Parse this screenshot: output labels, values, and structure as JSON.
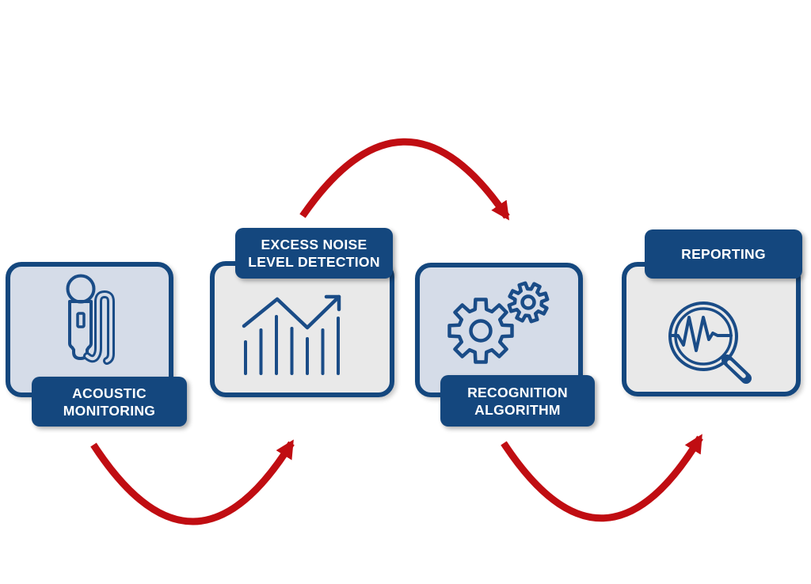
{
  "diagram": {
    "type": "process-flow",
    "background": "#FFFFFF",
    "steps": [
      {
        "id": "acoustic-monitoring",
        "label_lines": [
          "ACOUSTIC",
          "MONITORING"
        ],
        "icon": "microphone-icon",
        "label_position": "bottom",
        "panel_fill": "#D5DCE8"
      },
      {
        "id": "excess-noise-level-detection",
        "label_lines": [
          "EXCESS NOISE",
          "LEVEL DETECTION"
        ],
        "icon": "bar-chart-trend-icon",
        "label_position": "top",
        "panel_fill": "#E9E9E9"
      },
      {
        "id": "recognition-algorithm",
        "label_lines": [
          "RECOGNITION",
          "ALGORITHM"
        ],
        "icon": "gears-icon",
        "label_position": "bottom",
        "panel_fill": "#D5DCE8"
      },
      {
        "id": "reporting",
        "label_lines": [
          "REPORTING"
        ],
        "icon": "magnifier-waveform-icon",
        "label_position": "top",
        "panel_fill": "#E9E9E9"
      }
    ],
    "flow_arrows": [
      {
        "from": "excess-noise-level-detection",
        "to": "recognition-algorithm",
        "curve": "arc-over-top"
      },
      {
        "from": "acoustic-monitoring",
        "to": "excess-noise-level-detection",
        "curve": "arc-under-bottom"
      },
      {
        "from": "recognition-algorithm",
        "to": "reporting",
        "curve": "arc-under-bottom"
      }
    ],
    "colors": {
      "accent_blue": "#14477E",
      "icon_blue": "#1A4C87",
      "panel_blue_fill": "#D5DCE8",
      "panel_gray_fill": "#E9E9E9",
      "arrow_red": "#C00D12",
      "label_text": "#FFFFFF"
    }
  }
}
